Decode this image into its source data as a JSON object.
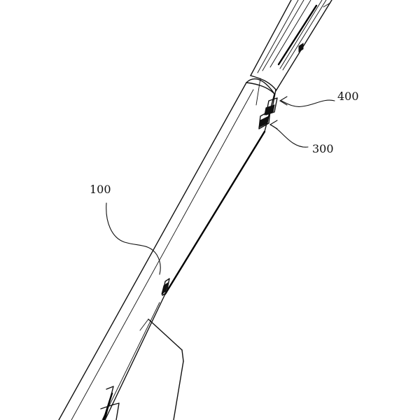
{
  "labels": {
    "main_body": "100",
    "part_300": "300",
    "part_400": "400"
  }
}
